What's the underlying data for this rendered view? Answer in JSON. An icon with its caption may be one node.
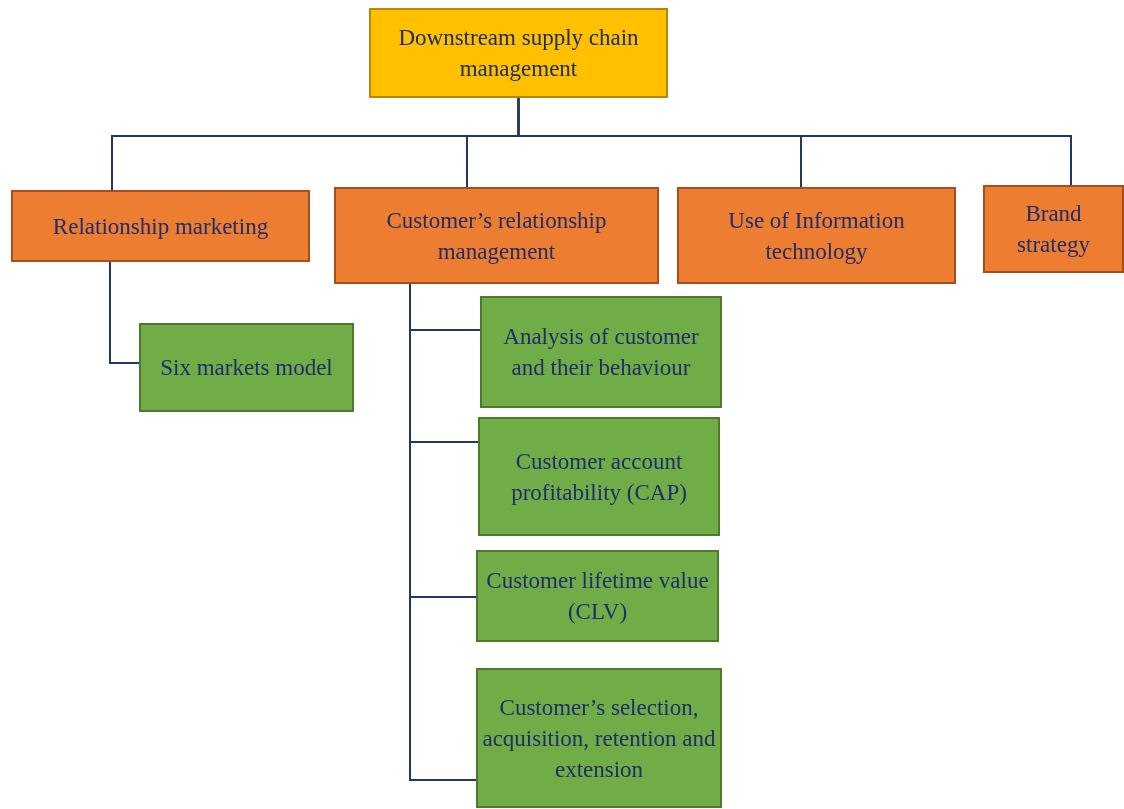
{
  "diagram": {
    "nodes": [
      {
        "text": [
          "Downstream supply chain management"
        ]
      },
      {
        "text": [
          "Relationship marketing"
        ]
      },
      {
        "text": [
          "Customer’s relationship management"
        ]
      },
      {
        "text": [
          "Use of Information technology"
        ]
      },
      {
        "text": [
          "Brand strategy"
        ]
      },
      {
        "text": [
          "Six markets model"
        ]
      },
      {
        "text": [
          "Analysis of customer and their behaviour"
        ]
      },
      {
        "text": [
          "Customer account profitability (CAP)"
        ]
      },
      {
        "text": [
          "Customer lifetime value (CLV)"
        ]
      },
      {
        "text": [
          "Customer’s selection, acquisition, retention and extension"
        ]
      }
    ],
    "edges": [
      {
        "from": 0,
        "to": 1,
        "arrow": "none"
      },
      {
        "from": 0,
        "to": 2,
        "arrow": "none"
      },
      {
        "from": 0,
        "to": 3,
        "arrow": "none"
      },
      {
        "from": 0,
        "to": 4,
        "arrow": "none"
      },
      {
        "from": 1,
        "to": 5,
        "arrow": "none"
      },
      {
        "from": 2,
        "to": 6,
        "arrow": "none"
      },
      {
        "from": 2,
        "to": 7,
        "arrow": "none"
      },
      {
        "from": 2,
        "to": 8,
        "arrow": "none"
      },
      {
        "from": 2,
        "to": 9,
        "arrow": "none"
      }
    ]
  }
}
